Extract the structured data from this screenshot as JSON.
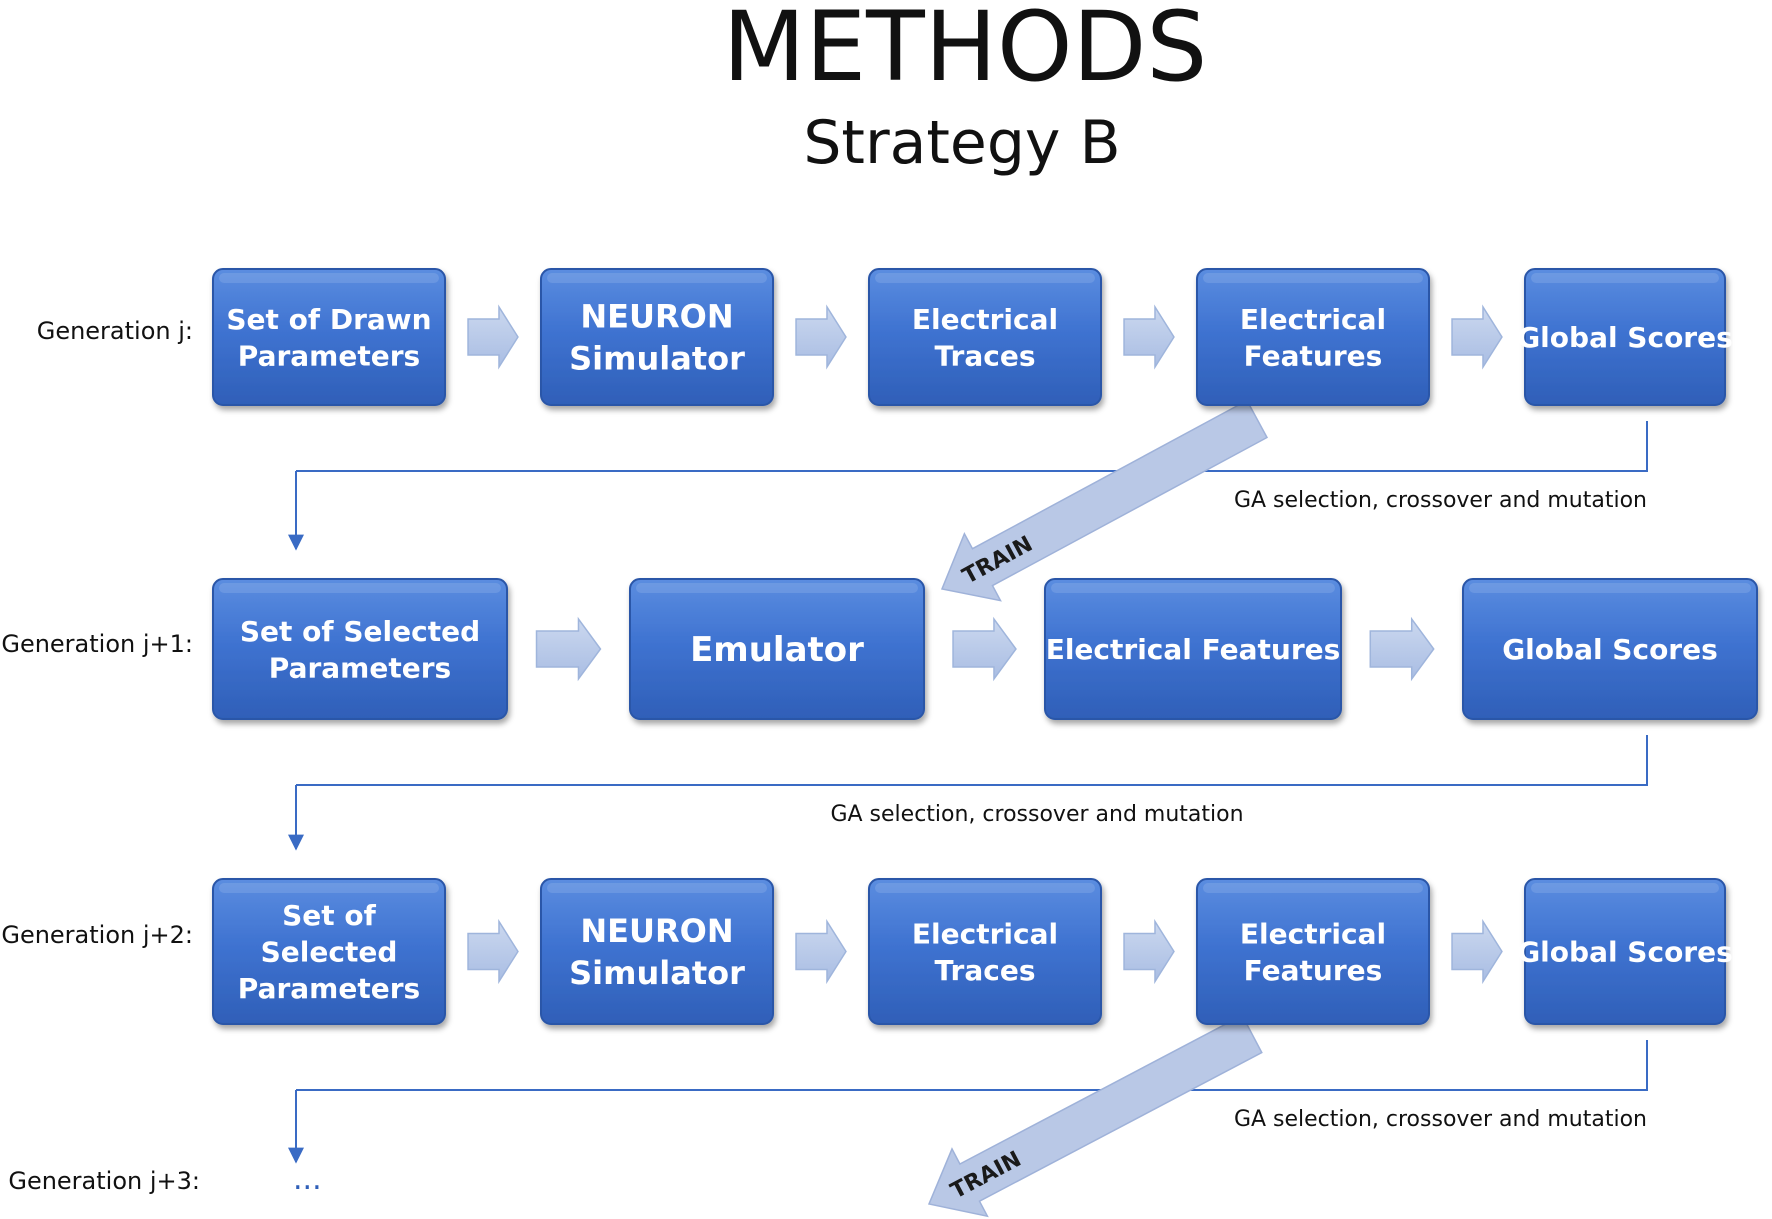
{
  "title": "METHODS",
  "subtitle": "Strategy B",
  "colors": {
    "box_fill": "#3f73d1",
    "box_border": "#2a56a8",
    "chevron_fill": "#b7c9e8",
    "chevron_stroke": "#9fb5dc",
    "connector": "#3a6bc4",
    "train_arrow": "#b9c8e6"
  },
  "rows": [
    {
      "label": "Generation j:",
      "boxes": [
        {
          "lines": [
            "Set of Drawn",
            "Parameters"
          ]
        },
        {
          "lines": [
            "NEURON",
            "Simulator"
          ]
        },
        {
          "lines": [
            "Electrical",
            "Traces"
          ]
        },
        {
          "lines": [
            "Electrical",
            "Features"
          ]
        },
        {
          "lines": [
            "Global Scores"
          ]
        }
      ],
      "feedback_label": "GA selection, crossover and mutation"
    },
    {
      "label": "Generation j+1:",
      "boxes": [
        {
          "lines": [
            "Set of Selected",
            "Parameters"
          ]
        },
        {
          "lines": [
            "Emulator"
          ]
        },
        {
          "lines": [
            "Electrical Features"
          ]
        },
        {
          "lines": [
            "Global Scores"
          ]
        }
      ],
      "feedback_label": "GA selection, crossover and mutation"
    },
    {
      "label": "Generation j+2:",
      "boxes": [
        {
          "lines": [
            "Set of",
            "Selected",
            "Parameters"
          ]
        },
        {
          "lines": [
            "NEURON",
            "Simulator"
          ]
        },
        {
          "lines": [
            "Electrical",
            "Traces"
          ]
        },
        {
          "lines": [
            "Electrical",
            "Features"
          ]
        },
        {
          "lines": [
            "Global Scores"
          ]
        }
      ],
      "feedback_label": "GA selection, crossover and mutation"
    },
    {
      "label": "Generation j+3:",
      "continuation": "..."
    }
  ],
  "train_label": "TRAIN",
  "edges": [
    {
      "type": "flow",
      "row": 0,
      "from": 0,
      "to": 1
    },
    {
      "type": "flow",
      "row": 0,
      "from": 1,
      "to": 2
    },
    {
      "type": "flow",
      "row": 0,
      "from": 2,
      "to": 3
    },
    {
      "type": "flow",
      "row": 0,
      "from": 3,
      "to": 4
    },
    {
      "type": "feedback",
      "from_row": 0,
      "to_row": 1
    },
    {
      "type": "train",
      "from": "row0-box3",
      "to": "row1-box1"
    },
    {
      "type": "flow",
      "row": 1,
      "from": 0,
      "to": 1
    },
    {
      "type": "flow",
      "row": 1,
      "from": 1,
      "to": 2
    },
    {
      "type": "flow",
      "row": 1,
      "from": 2,
      "to": 3
    },
    {
      "type": "feedback",
      "from_row": 1,
      "to_row": 2
    },
    {
      "type": "flow",
      "row": 2,
      "from": 0,
      "to": 1
    },
    {
      "type": "flow",
      "row": 2,
      "from": 1,
      "to": 2
    },
    {
      "type": "flow",
      "row": 2,
      "from": 2,
      "to": 3
    },
    {
      "type": "flow",
      "row": 2,
      "from": 3,
      "to": 4
    },
    {
      "type": "feedback",
      "from_row": 2,
      "to_row": 3
    },
    {
      "type": "train",
      "from": "row2-box3",
      "to": "next"
    }
  ]
}
